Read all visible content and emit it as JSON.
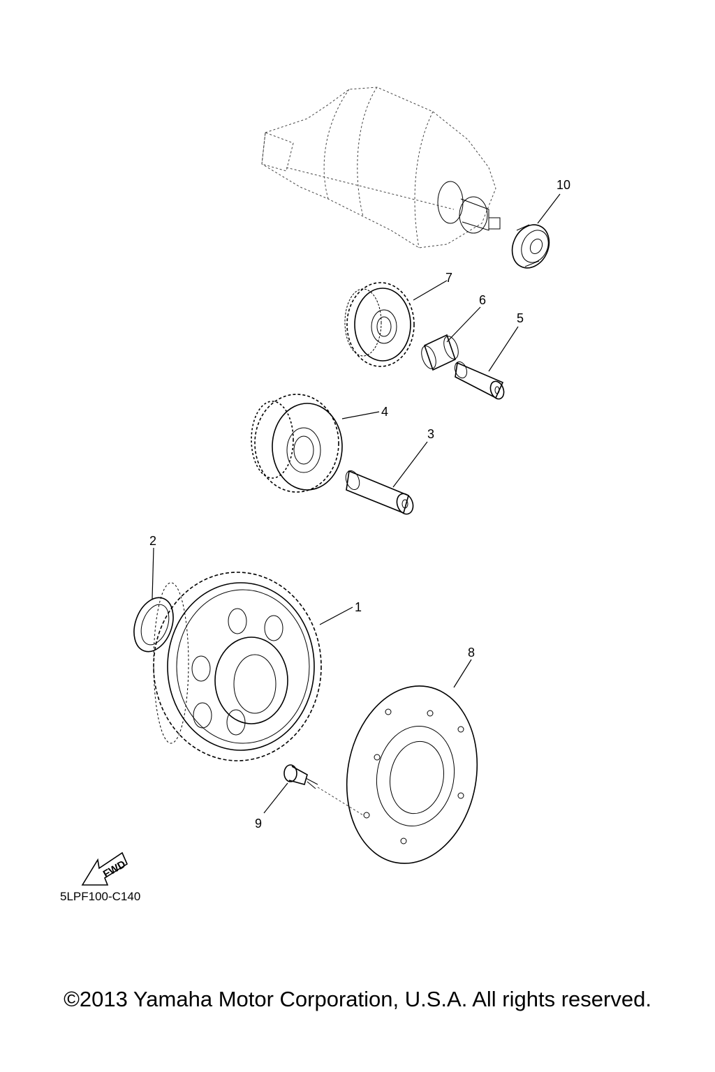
{
  "callouts": {
    "p1": "1",
    "p2": "2",
    "p3": "3",
    "p4": "4",
    "p5": "5",
    "p6": "6",
    "p7": "7",
    "p8": "8",
    "p9": "9",
    "p10": "10"
  },
  "fwd_label": "FWD",
  "diagram_code": "5LPF100-C140",
  "copyright": "©2013 Yamaha Motor Corporation, U.S.A. All rights reserved."
}
